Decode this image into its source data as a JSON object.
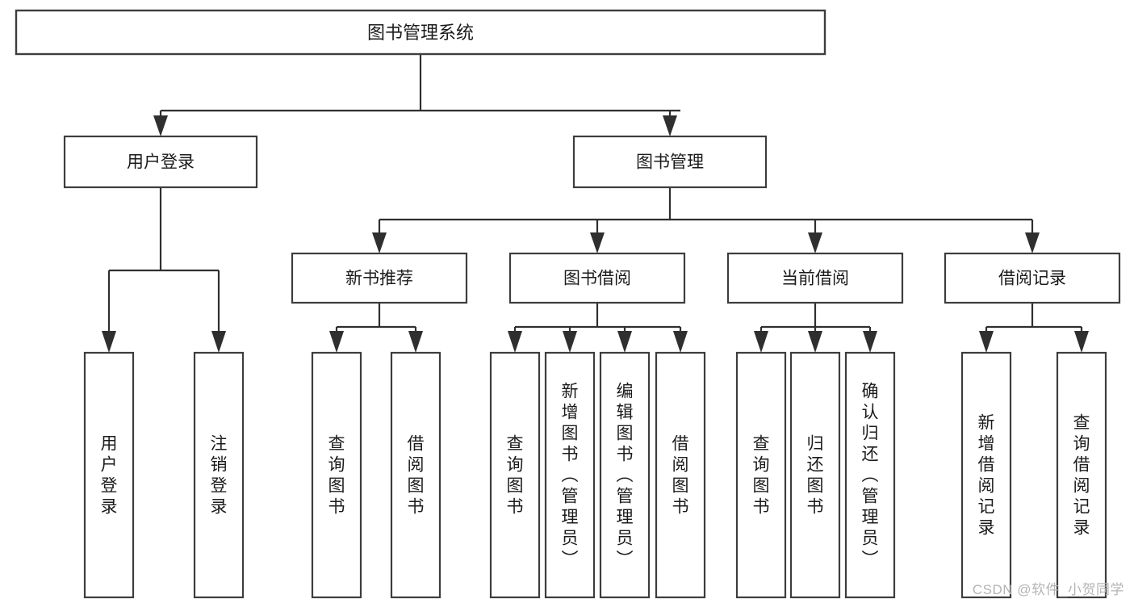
{
  "diagram": {
    "title": "图书管理系统",
    "type": "hierarchy-tree",
    "colors": {
      "box_stroke": "#3d3d3d",
      "connector": "#2f2f2f",
      "background": "#ffffff",
      "text": "#1b1b1b",
      "watermark": "#b4b4b4"
    },
    "root": {
      "label": "图书管理系统"
    },
    "level1": [
      {
        "label": "用户登录"
      },
      {
        "label": "图书管理"
      }
    ],
    "level2": [
      {
        "label": "新书推荐"
      },
      {
        "label": "图书借阅"
      },
      {
        "label": "当前借阅"
      },
      {
        "label": "借阅记录"
      }
    ],
    "leaves": {
      "user_login": [
        {
          "label": "用户登录"
        },
        {
          "label": "注销登录"
        }
      ],
      "new_book_recommend": [
        {
          "label": "查询图书"
        },
        {
          "label": "借阅图书"
        }
      ],
      "book_borrow": [
        {
          "label": "查询图书"
        },
        {
          "label": "新增图书（管理员）"
        },
        {
          "label": "编辑图书（管理员）"
        },
        {
          "label": "借阅图书"
        }
      ],
      "current_borrow": [
        {
          "label": "查询图书"
        },
        {
          "label": "归还图书"
        },
        {
          "label": "确认归还（管理员）"
        }
      ],
      "borrow_record": [
        {
          "label": "新增借阅记录"
        },
        {
          "label": "查询借阅记录"
        }
      ]
    }
  },
  "watermark": {
    "text": "CSDN @软件_小贺同学"
  }
}
